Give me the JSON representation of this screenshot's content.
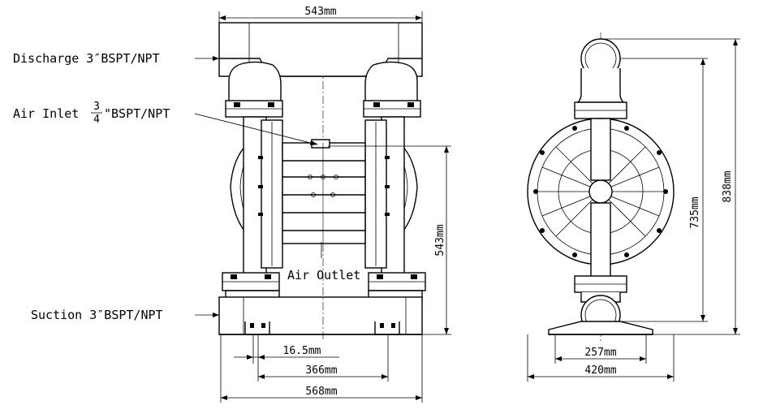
{
  "labels": {
    "discharge": "Discharge 3″BSPT/NPT",
    "air_inlet_prefix": "Air Inlet ",
    "air_inlet_num": "3",
    "air_inlet_den": "4",
    "air_inlet_suffix": "\"BSPT/NPT",
    "air_outlet": "Air Outlet",
    "suction": "Suction 3″BSPT/NPT"
  },
  "dimensions": {
    "front_top_width": "543mm",
    "front_height": "543mm",
    "bolt_spacing": "16.5mm",
    "base_inner_width": "366mm",
    "overall_width": "568mm",
    "side_height_inner": "735mm",
    "side_height_overall": "838mm",
    "side_base_inner": "257mm",
    "side_base_overall": "420mm"
  }
}
